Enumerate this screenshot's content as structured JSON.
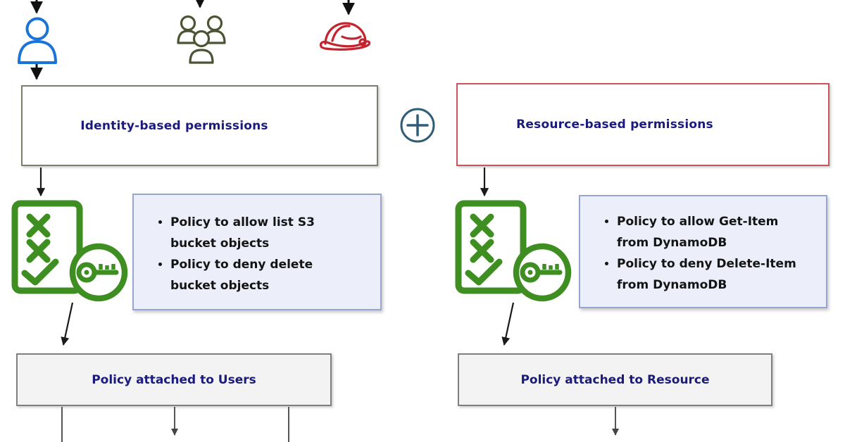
{
  "diagram": {
    "title_implied": "IAM permissions model",
    "identity_box": {
      "label": "Identity-based permissions"
    },
    "resource_box": {
      "label": "Resource-based permissions"
    },
    "identity_policies": {
      "items": [
        "Policy to allow list S3 bucket objects",
        "Policy to deny delete bucket objects"
      ]
    },
    "resource_policies": {
      "items": [
        "Policy to allow Get-Item from DynamoDB",
        "Policy to deny Delete-Item from DynamoDB"
      ]
    },
    "identity_attachment": {
      "label": "Policy attached to Users"
    },
    "resource_attachment": {
      "label": "Policy attached to Resource"
    }
  },
  "icons": {
    "user": "user-icon",
    "user_group": "user-group-icon",
    "role": "hard-hat-icon",
    "identity_policy": "policy-document-key-icon",
    "resource_policy": "policy-document-key-icon",
    "combine_operator": "plus-circle-icon",
    "operator_symbol": "+"
  },
  "colors": {
    "user_blue": "#1a73d6",
    "group_olive": "#4b5433",
    "helmet_red": "#c3242e",
    "policy_green": "#3e8e22",
    "plus_teal": "#2f5d78",
    "identity_border": "#7d7d6b",
    "resource_border": "#c9545c",
    "heading_navy": "#1b1b7e",
    "bullet_text": "#141414",
    "policybox_bg": "#eceef9",
    "policybox_border": "#98a6cf",
    "graybox_bg": "#f3f3f3",
    "graybox_border": "#7f7f7f",
    "arrow_black": "#111111",
    "line_gray": "#555555"
  }
}
